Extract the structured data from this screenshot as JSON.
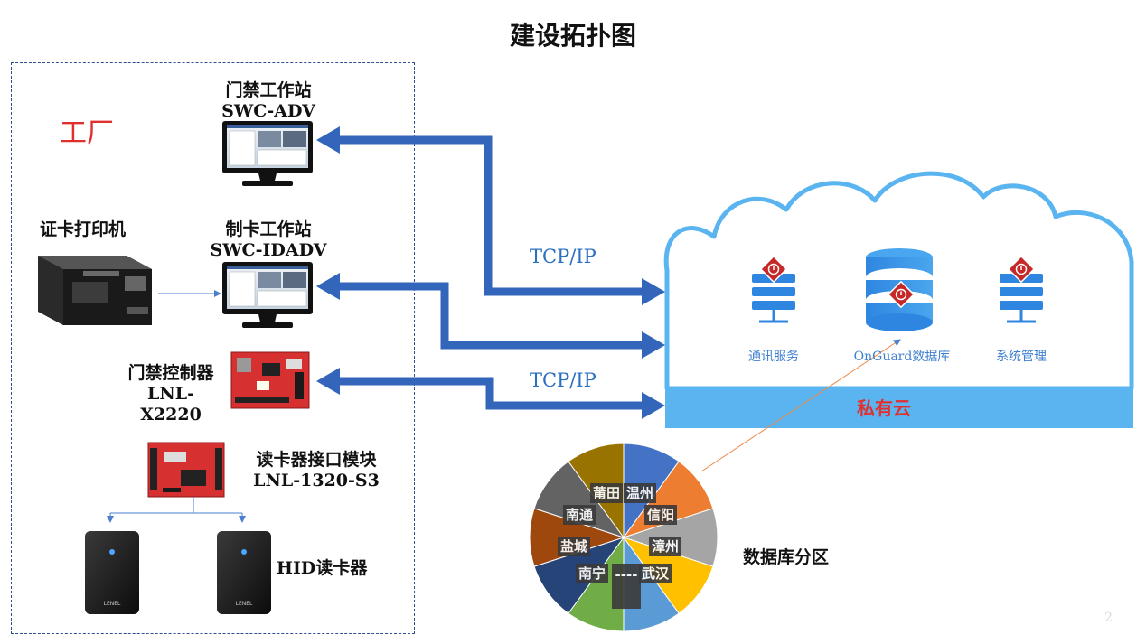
{
  "title": "建设拓扑图",
  "factory": {
    "label": "工厂",
    "access_workstation": {
      "name": "门禁工作站",
      "model": "SWC-ADV"
    },
    "card_workstation": {
      "name": "制卡工作站",
      "model": "SWC-IDADV"
    },
    "card_printer": {
      "name": "证卡打印机"
    },
    "controller": {
      "name": "门禁控制器",
      "model": "LNL-X2220"
    },
    "reader_module": {
      "name": "读卡器接口模块",
      "model": "LNL-1320-S3"
    },
    "readers": {
      "name": "HID读卡器",
      "brand": "LENEL"
    }
  },
  "links": {
    "tcp_top": "TCP/IP",
    "tcp_bottom": "TCP/IP"
  },
  "cloud": {
    "services": [
      "通讯服务",
      "OnGuard数据库",
      "系统管理"
    ],
    "footer": "私有云"
  },
  "partition": {
    "label": "数据库分区",
    "cities": [
      "莆田",
      "温州",
      "南通",
      "信阳",
      "盐城",
      "漳州",
      "南宁",
      "武汉",
      "----"
    ],
    "slice_colors": [
      "#4472c4",
      "#ed7d31",
      "#a5a5a5",
      "#ffc000",
      "#5b9bd5",
      "#70ad47",
      "#264478",
      "#9e480e",
      "#636363",
      "#997300"
    ]
  },
  "colors": {
    "arrow": "#3366bb",
    "cloud_fill": "#5ab4f0",
    "accent_red": "#e02f2f"
  },
  "page_number": "2"
}
